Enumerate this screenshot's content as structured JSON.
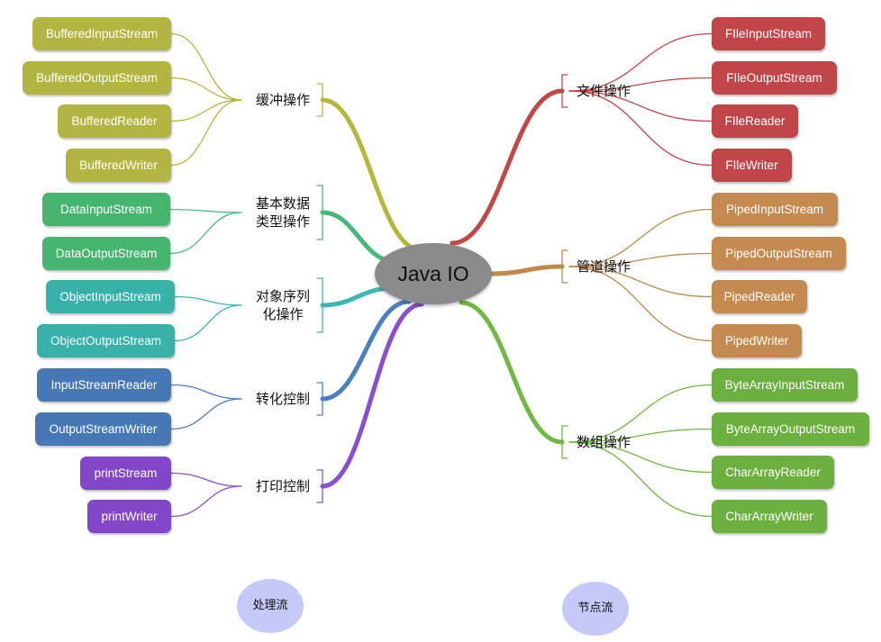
{
  "root": {
    "label": "Java IO"
  },
  "left_branches": [
    {
      "label": "缓冲操作",
      "color": "#b4b83a",
      "leaf_color": "#b3b542",
      "leaves": [
        "BufferedInputStream",
        "BufferedOutputStream",
        "BufferedReader",
        "BufferedWriter"
      ]
    },
    {
      "label": "基本数据\n类型操作",
      "color": "#47b87a",
      "leaf_color": "#46b56f",
      "leaves": [
        "DataInputStream",
        "DataOutputStream"
      ]
    },
    {
      "label": "对象序列\n化操作",
      "color": "#3cb7b3",
      "leaf_color": "#39b1ab",
      "leaves": [
        "ObjectInputStream",
        "ObjectOutputStream"
      ]
    },
    {
      "label": "转化控制",
      "color": "#4a7fc0",
      "leaf_color": "#4678b5",
      "leaves": [
        "InputStreamReader",
        "OutputStreamWriter"
      ]
    },
    {
      "label": "打印控制",
      "color": "#8a4fd0",
      "leaf_color": "#8247c8",
      "leaves": [
        "printStream",
        "printWriter"
      ]
    }
  ],
  "right_branches": [
    {
      "label": "文件操作",
      "color": "#c24747",
      "leaf_color": "#c0464a",
      "leaves": [
        "FIleInputStream",
        "FIleOutputStream",
        "FIleReader",
        "FIleWriter"
      ]
    },
    {
      "label": "管道操作",
      "color": "#c0884a",
      "leaf_color": "#c48a4f",
      "leaves": [
        "PipedInputStream",
        "PipedOutputStream",
        "PipedReader",
        "PipedWriter"
      ]
    },
    {
      "label": "数组操作",
      "color": "#6fb842",
      "leaf_color": "#6cb13f",
      "leaves": [
        "ByteArrayInputStream",
        "ByteArrayOutputStream",
        "CharArrayReader",
        "CharArrayWriter"
      ]
    }
  ],
  "legend": {
    "left": "处理流",
    "right": "节点流"
  }
}
